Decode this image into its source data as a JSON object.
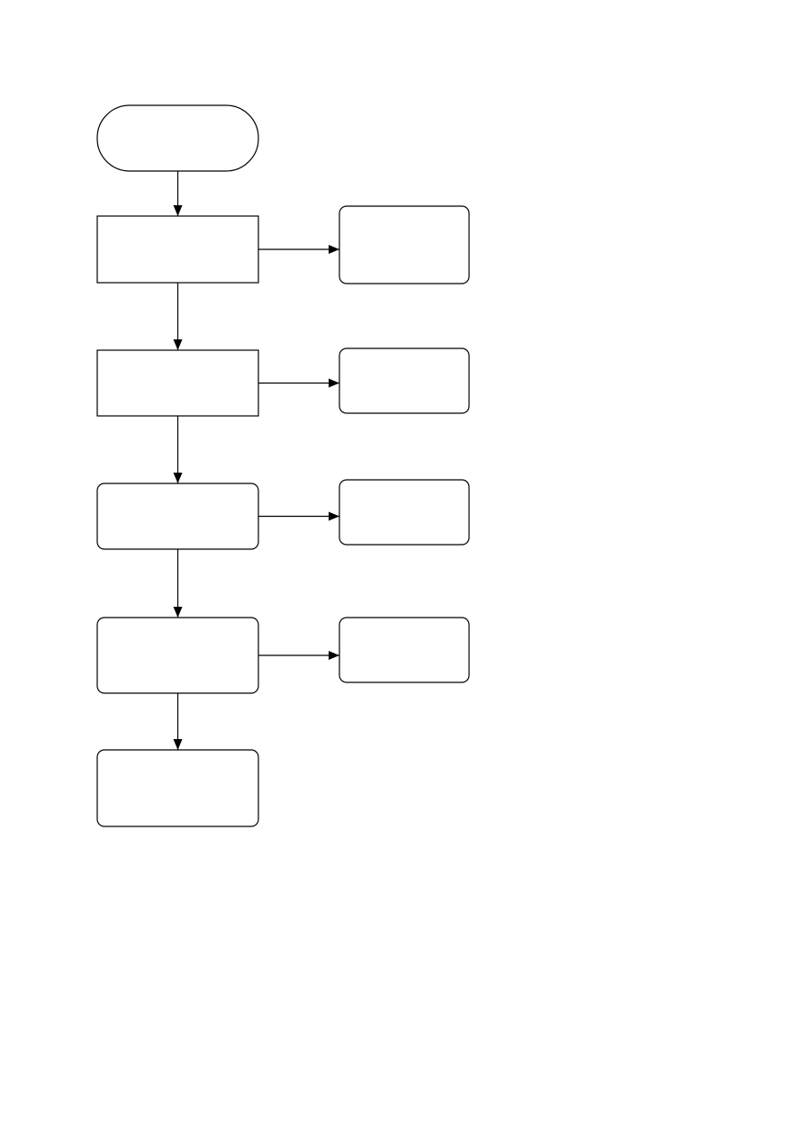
{
  "diagram": {
    "type": "flowchart",
    "colors": {
      "stroke": "#000000",
      "fill": "#ffffff",
      "background": "#ffffff"
    },
    "nodes": [
      {
        "id": "start",
        "shape": "terminal",
        "label": ""
      },
      {
        "id": "step-1",
        "shape": "rectangle",
        "label": ""
      },
      {
        "id": "step-2",
        "shape": "rectangle",
        "label": ""
      },
      {
        "id": "step-3",
        "shape": "rounded-rectangle",
        "label": ""
      },
      {
        "id": "step-4",
        "shape": "rounded-rectangle",
        "label": ""
      },
      {
        "id": "step-5",
        "shape": "rounded-rectangle",
        "label": ""
      },
      {
        "id": "side-1",
        "shape": "rounded-rectangle",
        "label": ""
      },
      {
        "id": "side-2",
        "shape": "rounded-rectangle",
        "label": ""
      },
      {
        "id": "side-3",
        "shape": "rounded-rectangle",
        "label": ""
      },
      {
        "id": "side-4",
        "shape": "rounded-rectangle",
        "label": ""
      }
    ],
    "edges": [
      {
        "from": "start",
        "to": "step-1"
      },
      {
        "from": "step-1",
        "to": "step-2"
      },
      {
        "from": "step-2",
        "to": "step-3"
      },
      {
        "from": "step-3",
        "to": "step-4"
      },
      {
        "from": "step-4",
        "to": "step-5"
      },
      {
        "from": "step-1",
        "to": "side-1"
      },
      {
        "from": "step-2",
        "to": "side-2"
      },
      {
        "from": "step-3",
        "to": "side-3"
      },
      {
        "from": "step-4",
        "to": "side-4"
      }
    ]
  }
}
